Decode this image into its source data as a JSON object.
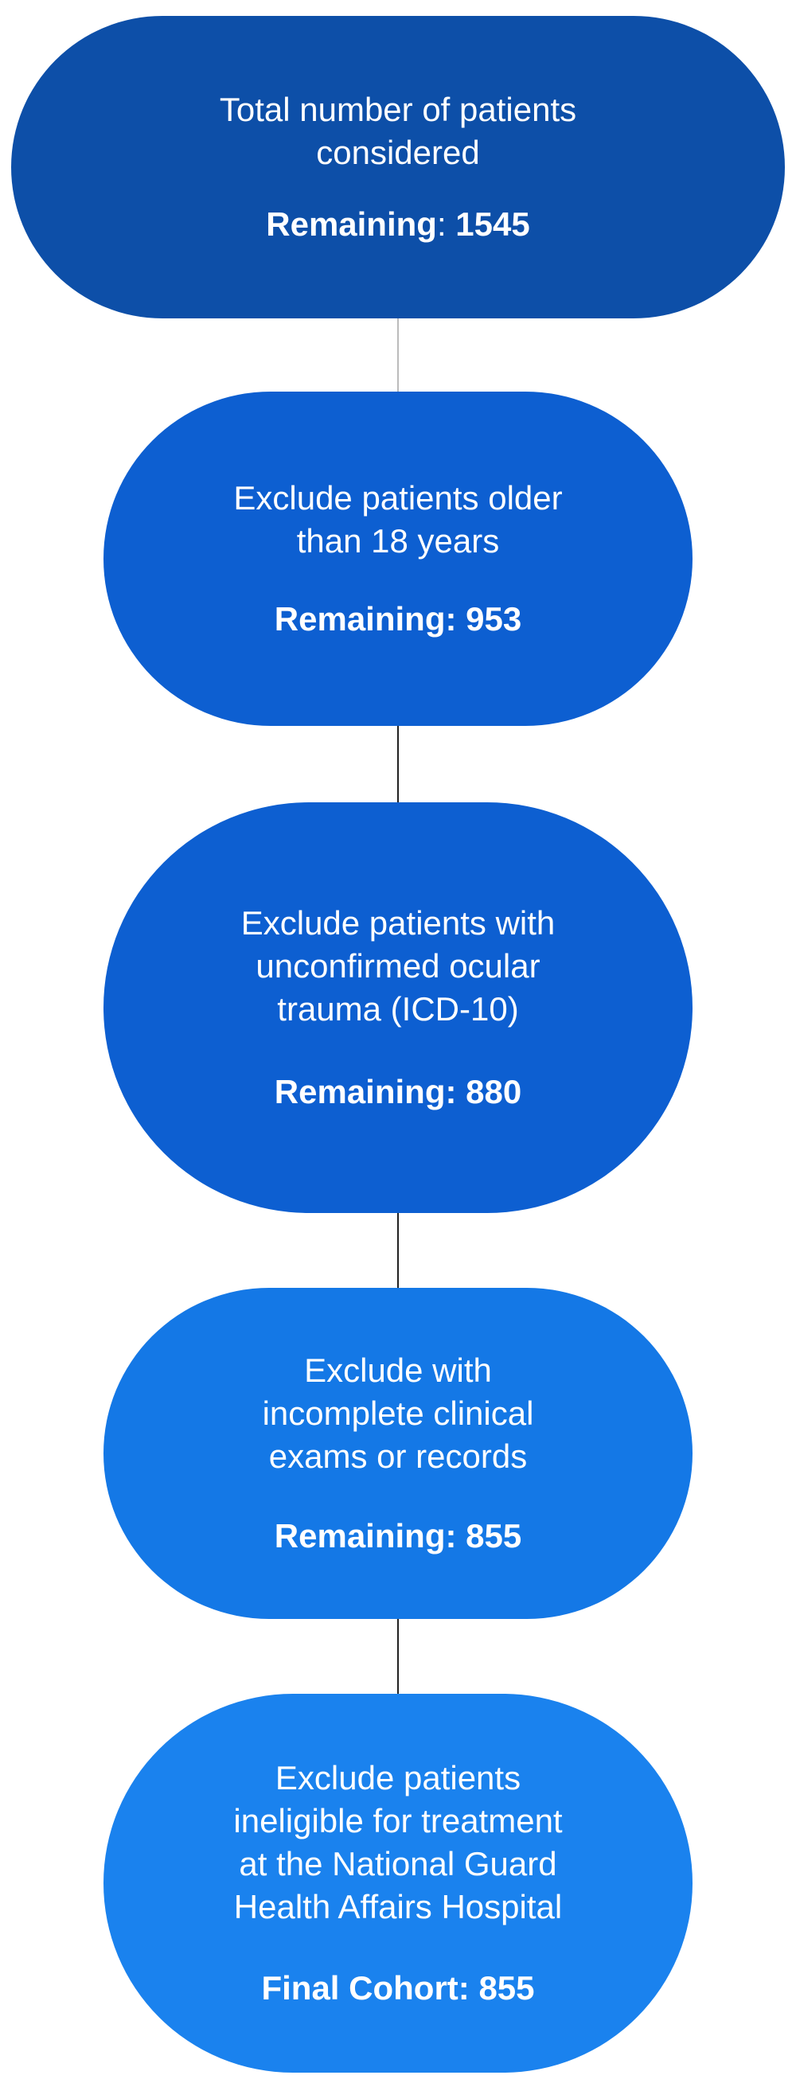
{
  "colors": {
    "step1": "#0d4fa8",
    "step2": "#0d5fd1",
    "step3": "#0d5fd1",
    "step4": "#1478e6",
    "step5": "#1a82ee",
    "connector_light": "#bbbbbb",
    "connector_dark": "#222222"
  },
  "steps": [
    {
      "text": "Total number of patients\nconsidered",
      "count_label": "Remaining",
      "separator": ": ",
      "count_value": "1545"
    },
    {
      "text": "Exclude patients older\nthan 18 years",
      "count_label": "Remaining:",
      "separator": " ",
      "count_value": "953"
    },
    {
      "text": "Exclude patients with\nunconfirmed ocular\ntrauma (ICD-10)",
      "count_label": "Remaining:",
      "separator": " ",
      "count_value": "880"
    },
    {
      "text": "Exclude with\nincomplete clinical\nexams or records",
      "count_label": "Remaining:",
      "separator": " ",
      "count_value": "855"
    },
    {
      "text": "Exclude patients\nineligible for treatment\nat the National Guard\nHealth Affairs Hospital",
      "count_label": "Final Cohort:",
      "separator": " ",
      "count_value": "855"
    }
  ]
}
